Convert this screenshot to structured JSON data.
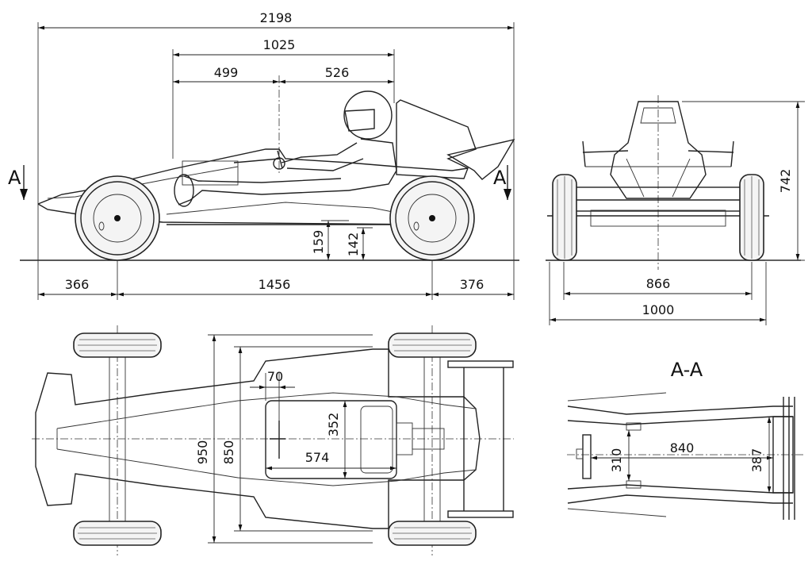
{
  "side_view": {
    "overall_length": "2198",
    "cockpit_length": "1025",
    "front_part": "499",
    "rear_part": "526",
    "front_overhang": "366",
    "wheelbase": "1456",
    "rear_overhang": "376",
    "ground_clearance_front": "159",
    "ground_clearance_rear": "142",
    "section_label_left": "A",
    "section_label_right": "A"
  },
  "front_view": {
    "height": "742",
    "track": "866",
    "overall_width": "1000"
  },
  "top_view": {
    "width_outer": "950",
    "width_inner": "850",
    "seat_offset": "70",
    "seat_width": "352",
    "seat_length": "574"
  },
  "section_aa": {
    "title": "A-A",
    "inner_width": "310",
    "length": "840",
    "outer_width": "387"
  }
}
